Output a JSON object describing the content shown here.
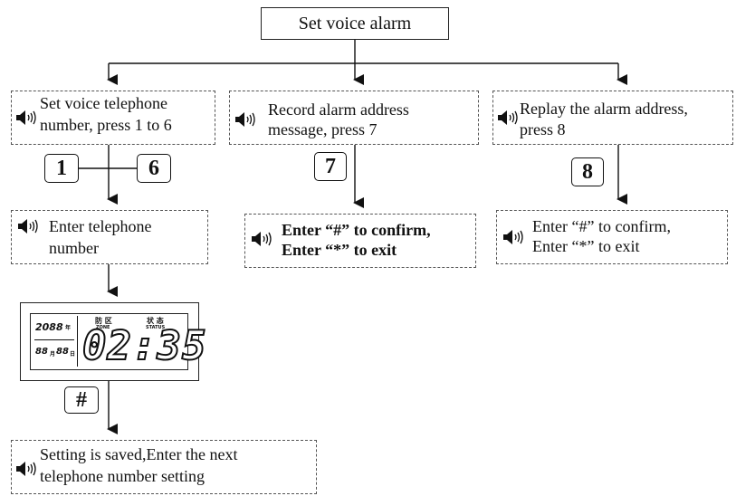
{
  "title": "Set voice alarm",
  "branches": {
    "left": {
      "prompt_line1": "Set voice telephone",
      "prompt_line2": "number, press 1 to 6",
      "key_a": "1",
      "key_b": "6",
      "step2_line1": "Enter telephone",
      "step2_line2": "number",
      "confirm_key": "#",
      "final_line1": "Setting is  saved,Enter the next",
      "final_line2": "telephone number setting"
    },
    "middle": {
      "prompt_line1": "Record alarm address",
      "prompt_line2": "message, press 7",
      "key": "7",
      "result_line1": "Enter  “#” to confirm,",
      "result_line2": "Enter “*” to exit"
    },
    "right": {
      "prompt_line1": "Replay the alarm address,",
      "prompt_line2": "press 8",
      "key": "8",
      "result_line1": "Enter “#” to confirm,",
      "result_line2": "Enter “*” to exit"
    }
  },
  "lcd": {
    "year": "2088",
    "year_unit": "年",
    "date": "88",
    "month_unit": "月",
    "day": "88",
    "day_unit": "日",
    "zone_cn": "防 区",
    "zone_en": "ZONE",
    "status_cn": "状 态",
    "status_en": "STATUS",
    "time": "02:35"
  },
  "icons": {
    "speaker": "speaker-icon"
  }
}
